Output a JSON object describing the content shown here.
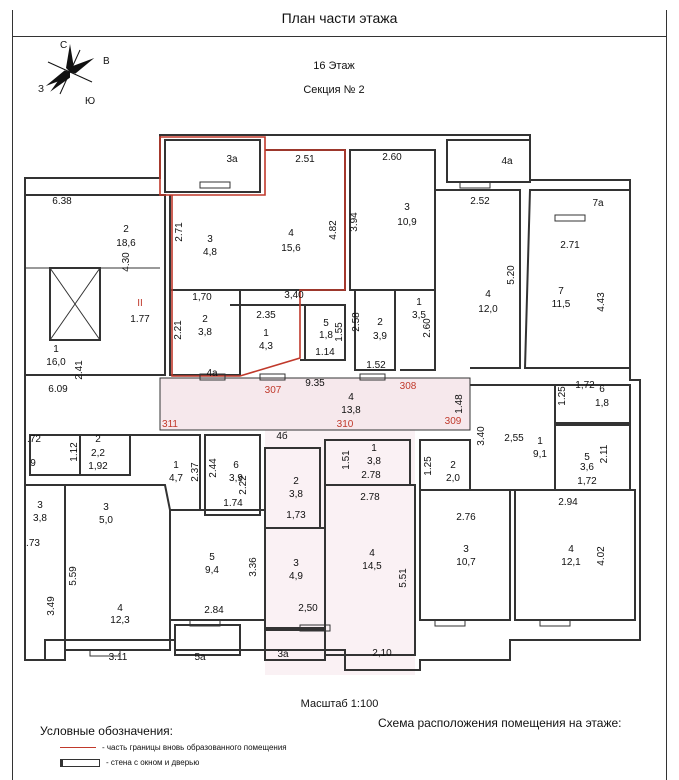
{
  "title": "План части этажа",
  "floor": "16 Этаж",
  "section": "Секция № 2",
  "scale": "Масштаб 1:100",
  "legend_title": "Условные обозначения:",
  "scheme_title": "Схема расположения помещения на этаже:",
  "legend": [
    {
      "text": "- часть границы вновь образованного помещения",
      "symbol": "red-line"
    },
    {
      "text": "- стена с окном и дверью",
      "symbol": "wall-window-door"
    }
  ],
  "compass": {
    "letters": [
      "С",
      "В",
      "Ю",
      "З"
    ]
  },
  "colors": {
    "boundary": "#c0392b",
    "wall": "#333333",
    "highlight": "#f6e8ec"
  },
  "labels": [
    {
      "t": "3а"
    },
    {
      "t": "2.51"
    },
    {
      "t": "2.60"
    },
    {
      "t": "4а"
    },
    {
      "t": "7а"
    },
    {
      "t": "6.38"
    },
    {
      "t": "2"
    },
    {
      "t": "18,6"
    },
    {
      "t": "4.30"
    },
    {
      "t": "II",
      "red": true
    },
    {
      "t": "1.77"
    },
    {
      "t": "2.71"
    },
    {
      "t": "3"
    },
    {
      "t": "4,8"
    },
    {
      "t": "4"
    },
    {
      "t": "15,6"
    },
    {
      "t": "4.82"
    },
    {
      "t": "3.94"
    },
    {
      "t": "3"
    },
    {
      "t": "10,9"
    },
    {
      "t": "2.52"
    },
    {
      "t": "5.20"
    },
    {
      "t": "2.71"
    },
    {
      "t": "4"
    },
    {
      "t": "12,0"
    },
    {
      "t": "7"
    },
    {
      "t": "11,5"
    },
    {
      "t": "4.43"
    },
    {
      "t": "1,70"
    },
    {
      "t": "3,40"
    },
    {
      "t": "2"
    },
    {
      "t": "3,8"
    },
    {
      "t": "2.21"
    },
    {
      "t": "2.35"
    },
    {
      "t": "1"
    },
    {
      "t": "4,3"
    },
    {
      "t": "5"
    },
    {
      "t": "1,8"
    },
    {
      "t": "1.55"
    },
    {
      "t": "1.14"
    },
    {
      "t": "2.58"
    },
    {
      "t": "2"
    },
    {
      "t": "3,9"
    },
    {
      "t": "1.52"
    },
    {
      "t": "1"
    },
    {
      "t": "3,5"
    },
    {
      "t": "2.60"
    },
    {
      "t": "1"
    },
    {
      "t": "16,0"
    },
    {
      "t": "2.41"
    },
    {
      "t": "6.09"
    },
    {
      "t": "4а"
    },
    {
      "t": "307",
      "red": true
    },
    {
      "t": "9.35"
    },
    {
      "t": "308",
      "red": true
    },
    {
      "t": "1.25"
    },
    {
      "t": "1,72"
    },
    {
      "t": "6"
    },
    {
      "t": "1,8"
    },
    {
      "t": "4"
    },
    {
      "t": "13,8"
    },
    {
      "t": "1.48"
    },
    {
      "t": "311",
      "red": true
    },
    {
      "t": "310",
      "red": true
    },
    {
      "t": "309",
      "red": true
    },
    {
      "t": ".72"
    },
    {
      "t": "2"
    },
    {
      "t": "1.12"
    },
    {
      "t": "2,2"
    },
    {
      "t": "1,92"
    },
    {
      "t": "9"
    },
    {
      "t": "4б"
    },
    {
      "t": "3.40"
    },
    {
      "t": "2,55"
    },
    {
      "t": "1"
    },
    {
      "t": "9,1"
    },
    {
      "t": "2.11"
    },
    {
      "t": "5"
    },
    {
      "t": "3,6"
    },
    {
      "t": "1,72"
    },
    {
      "t": "1"
    },
    {
      "t": "4,7"
    },
    {
      "t": "2.37"
    },
    {
      "t": "2.44"
    },
    {
      "t": "6"
    },
    {
      "t": "3,9"
    },
    {
      "t": "1.74"
    },
    {
      "t": "1"
    },
    {
      "t": "3,8"
    },
    {
      "t": "2.78"
    },
    {
      "t": "1.51"
    },
    {
      "t": "1.25"
    },
    {
      "t": "2"
    },
    {
      "t": "2,0"
    },
    {
      "t": "2.22"
    },
    {
      "t": "2"
    },
    {
      "t": "3,8"
    },
    {
      "t": "1,73"
    },
    {
      "t": "2.78"
    },
    {
      "t": "2.94"
    },
    {
      "t": "3"
    },
    {
      "t": "3,8"
    },
    {
      "t": ".73"
    },
    {
      "t": "3"
    },
    {
      "t": "5,0"
    },
    {
      "t": "2.76"
    },
    {
      "t": "5"
    },
    {
      "t": "9,4"
    },
    {
      "t": "3.36"
    },
    {
      "t": "3"
    },
    {
      "t": "4,9"
    },
    {
      "t": "4"
    },
    {
      "t": "14,5"
    },
    {
      "t": "5.51"
    },
    {
      "t": "3"
    },
    {
      "t": "10,7"
    },
    {
      "t": "4"
    },
    {
      "t": "12,1"
    },
    {
      "t": "4.02"
    },
    {
      "t": "5.59"
    },
    {
      "t": "3.49"
    },
    {
      "t": "4"
    },
    {
      "t": "12,3"
    },
    {
      "t": "2.84"
    },
    {
      "t": "2,50"
    },
    {
      "t": "3.11"
    },
    {
      "t": "5а"
    },
    {
      "t": "3а"
    },
    {
      "t": "2,10"
    }
  ]
}
